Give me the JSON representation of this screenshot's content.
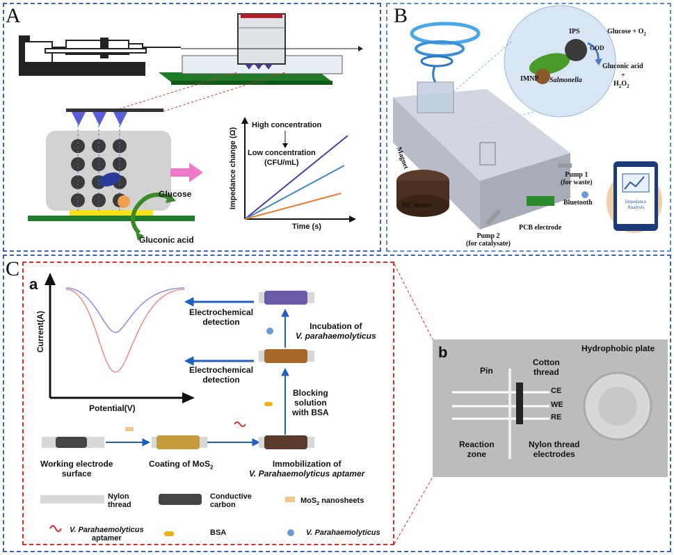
{
  "panels": {
    "A": {
      "label": "A",
      "graph": {
        "ylabel": "Impedance change (Ω)",
        "xlabel": "Time (s)",
        "high": "High concentration",
        "low": "Low concentration",
        "unit": "(CFU/mL)"
      },
      "glucose": "Glucose",
      "gluconic": "Gluconic acid"
    },
    "B": {
      "label": "B",
      "ips": "IPS",
      "glucose_o2": "Glucose + O",
      "god": "GOD",
      "imnp": "IMNP",
      "salmonella": "Salmonella",
      "gluconic_acid": "Gluconic acid",
      "plus": "+",
      "h2o2": "H",
      "magnet": "Magnet",
      "dc_motor": "DC motor",
      "pump1": "Pump 1",
      "pump1_sub": "(for waste)",
      "bluetooth": "Bluetooth",
      "pcb": "PCB electrode",
      "pump2": "Pump 2",
      "pump2_sub": "(for catalysate)",
      "phone_text": "Impedance Analysis"
    },
    "C": {
      "label": "C",
      "a": {
        "label": "a",
        "ylabel": "Current(A)",
        "xlabel": "Potential(V)",
        "ec1": "Electrochemical",
        "ec1b": "detection",
        "ec2": "Electrochemical",
        "ec2b": "detection",
        "incubation": "Incubation of",
        "incubation_b": "V. parahaemolyticus",
        "blocking": "Blocking",
        "blocking_b": "solution",
        "blocking_c": "with BSA",
        "step1": "Working electrode",
        "step1b": "surface",
        "step2": "Coating of MoS",
        "step3": "Immobilization of",
        "step3b": "V. Parahaemolyticus aptamer",
        "legend": {
          "nylon": "Nylon",
          "nylon_b": "thread",
          "carbon": "Conductive",
          "carbon_b": "carbon",
          "mos2": "MoS",
          "mos2_b": "nanosheets",
          "aptamer": "V. Parahaemolyticus",
          "aptamer_b": "aptamer",
          "bsa": "BSA",
          "vp": "V. Parahaemolyticus"
        }
      },
      "b": {
        "label": "b",
        "hydrophobic": "Hydrophobic plate",
        "pin": "Pin",
        "cotton": "Cotton",
        "cotton_b": "thread",
        "ce": "CE",
        "we": "WE",
        "re": "RE",
        "reaction": "Reaction",
        "reaction_b": "zone",
        "nylon": "Nylon thread",
        "nylon_b": "electrodes"
      }
    }
  },
  "colors": {
    "frame_blue": "#3d63b8",
    "frame_red": "#e02a2a",
    "arrow_blue": "#1f5fbf"
  }
}
